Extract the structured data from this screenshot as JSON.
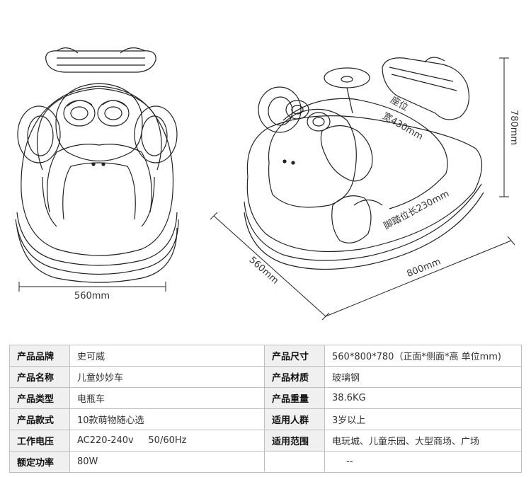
{
  "dimensions": {
    "front_width": "560mm",
    "height": "780mm",
    "side_depth": "560mm",
    "side_length": "800mm",
    "seat_label": "座位",
    "seat_width": "宽430mm",
    "pedal_length": "脚踏位长230mm"
  },
  "specs": [
    {
      "l_label": "产品品牌",
      "l_value": "史可威",
      "r_label": "产品尺寸",
      "r_value": "560*800*780（正面*侧面*高 单位mm)"
    },
    {
      "l_label": "产品名称",
      "l_value": "儿童妙妙车",
      "r_label": "产品材质",
      "r_value": "玻璃钢"
    },
    {
      "l_label": "产品类型",
      "l_value": "电瓶车",
      "r_label": "产品重量",
      "r_value": "38.6KG"
    },
    {
      "l_label": "产品款式",
      "l_value": "10款萌物随心选",
      "r_label": "适用人群",
      "r_value": "3岁以上"
    },
    {
      "l_label": "工作电压",
      "l_value": "AC220-240v     50/60Hz",
      "r_label": "适用范围",
      "r_value": "电玩城、儿童乐园、大型商场、广场"
    },
    {
      "l_label": "额定功率",
      "l_value": "80W",
      "r_label": "",
      "r_value": "--"
    }
  ]
}
